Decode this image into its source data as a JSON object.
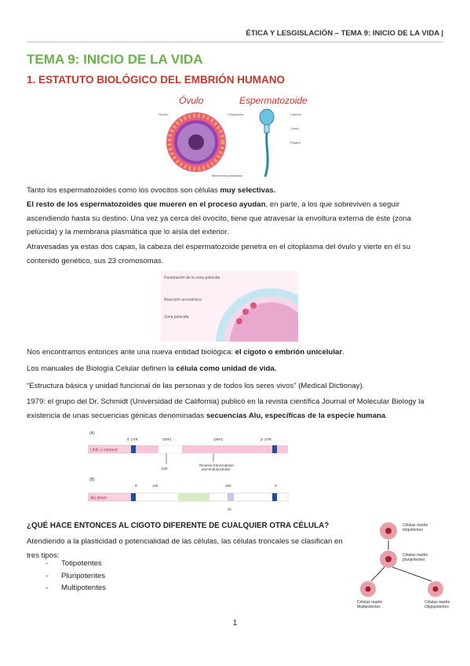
{
  "header": "ÉTICA Y LESGISLACIÓN – TEMA 9: INICIO DE LA VIDA |",
  "title": "TEMA 9: INICIO DE LA VIDA",
  "section": "1. ESTATUTO BIOLÓGICO DEL EMBRIÓN HUMANO",
  "fig1": {
    "ovulo": "Óvulo",
    "esperma": "Espermatozoide",
    "l_nucleo": "Núcleo",
    "l_citoplasma": "Citoplasma",
    "l_membrana": "Membrana plasmática",
    "l_cabeza": "Cabeza",
    "l_cuello": "Cuello",
    "l_flagelo": "Flagelo"
  },
  "p1a": "Tanto los espermatozoides como los ovocitos son células ",
  "p1b": "muy selectivas.",
  "p2a": "El resto de los espermatozoides que mueren en el proceso ayudan",
  "p2b": ", en parte, a los que sobreviven a seguir ascendiendo hasta su destino. Una vez ya cerca del ovocito, tiene que atravesar la envoltura externa de éste (zona pelúcida) y la membrana plasmática que lo aísla del exterior.",
  "p3": "Atravesadas ya estas dos capas, la cabeza del espermatozoide penetra en el citoplasma del óvulo y vierte en él su contenido genético, sus 23 cromosomas.",
  "fig2": {
    "l1": "Penetración de la zona pelúcida",
    "l2": "Reacción acrosómica",
    "l3": "Zona pelúcida"
  },
  "p4a": "Nos encontramos entonces ante una nueva entidad biológica: ",
  "p4b": "el cigoto o embrión unicelular",
  "p4c": ".",
  "p5a": "Los manuales de Biología Celular definen la ",
  "p5b": "célula como unidad de vida.",
  "p6": "“Estructura básica y unidad funcional de las personas y de todos los seres vivos” (Medical Dictionay).",
  "p7a": "1979: el grupo del Dr. Schmidt (Universidad de California) publicó en la revista científica Journal of Molecular Biology la existencia de unas secuencias génicas denominadas ",
  "p7b": "secuencias Alu, específicas de la especie humana",
  "p7c": ".",
  "fig3": {
    "a": "(A)",
    "b": "(B)",
    "line1": "LINE-1 element",
    "utr5": "5' UTR",
    "orf1": "ORF1",
    "orf2": "ORF2",
    "utr3": "3' UTR",
    "p40": "p40",
    "rt1": "Reverse transcriptase",
    "rt2": "and endonuclease",
    "alu": "Alu dimer",
    "n120": "120",
    "n5": "5'",
    "n3": "3'",
    "n160": "160",
    "n31": "31"
  },
  "question": "¿QUÉ HACE ENTONCES AL CIGOTO DIFERENTE DE CUALQUIER OTRA CÉLULA?",
  "p8": "Atendiendo a la plasticidad o potencialidad de las células, las células troncales se clasifican en tres tipos:",
  "types": [
    "Totipotentes",
    "Pluripotentes",
    "Multipotentes"
  ],
  "fig4": {
    "c1a": "Células madre",
    "c1b": "totipotentes",
    "c2a": "Células madre",
    "c2b": "pluripotentes",
    "c3a": "Células madre",
    "c3b": "Multipotentes",
    "c4a": "Células madre",
    "c4b": "Oligopotentes"
  },
  "page": "1"
}
